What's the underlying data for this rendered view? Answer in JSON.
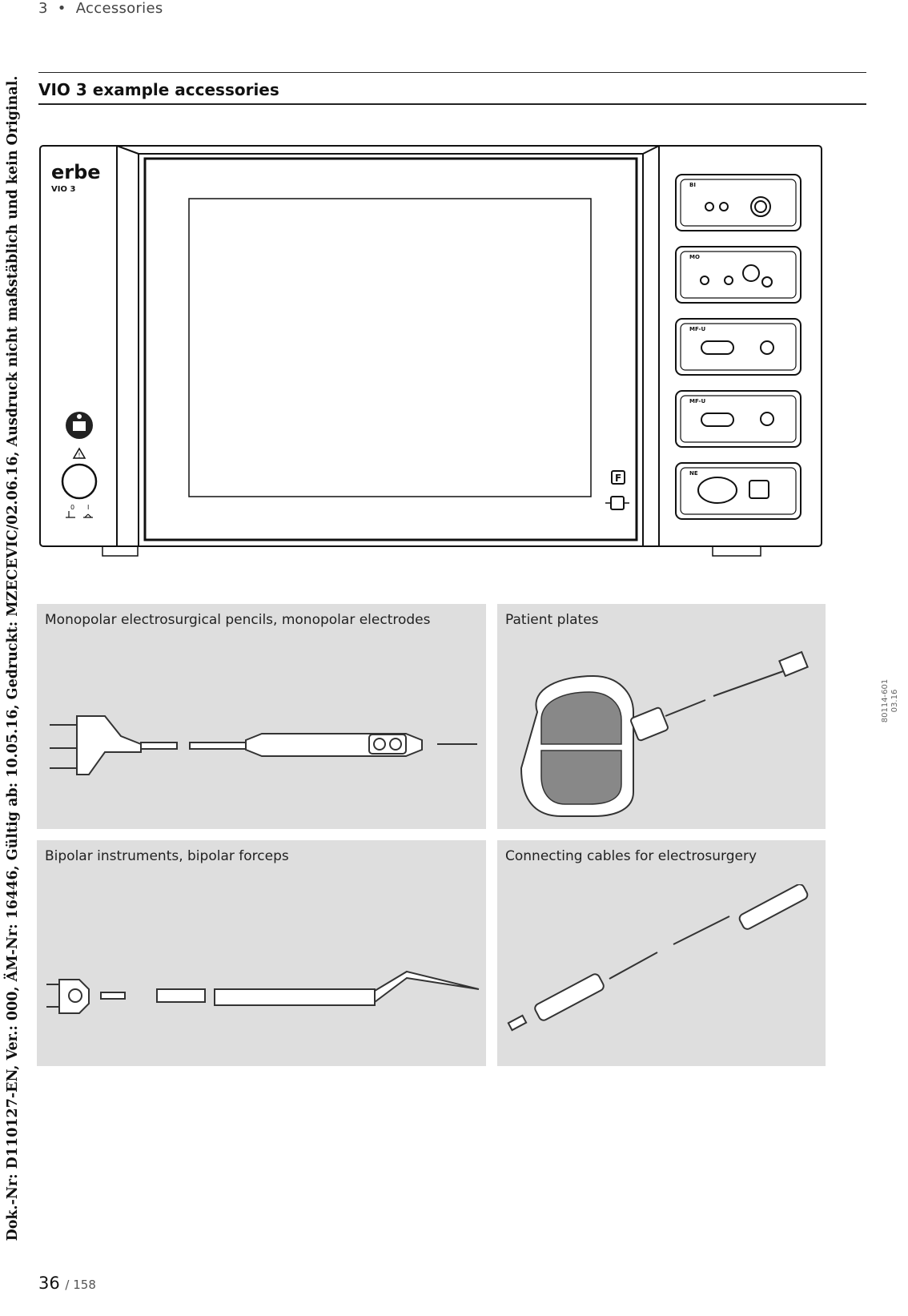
{
  "header": {
    "chapter_number": "3",
    "separator": "•",
    "chapter_title": "Accessories"
  },
  "section_title": "VIO 3 example accessories",
  "device": {
    "brand": "erbe",
    "model": "VIO 3",
    "power_switch_labels": [
      "0",
      "I"
    ],
    "front_button": "F",
    "sockets": [
      "BI",
      "MO",
      "MF-U",
      "MF-U",
      "NE"
    ]
  },
  "panels": [
    {
      "label": "Monopolar electrosurgical pencils, monopolar electrodes"
    },
    {
      "label": "Patient plates"
    },
    {
      "label": "Bipolar instruments, bipolar forceps"
    },
    {
      "label": "Connecting cables for electrosurgery"
    }
  ],
  "side_watermark": "Dok.-Nr: D110127-EN, Ver.: 000, ÄM-Nr: 16446, Gültig ab: 10.05.16, Gedruckt: MZECEVIC/02.06.16, Ausdruck nicht maßstäblich und kein Original.",
  "doc_code": {
    "number": "80114-601",
    "date": "03.16"
  },
  "pagination": {
    "page": "36",
    "total": "/ 158"
  }
}
